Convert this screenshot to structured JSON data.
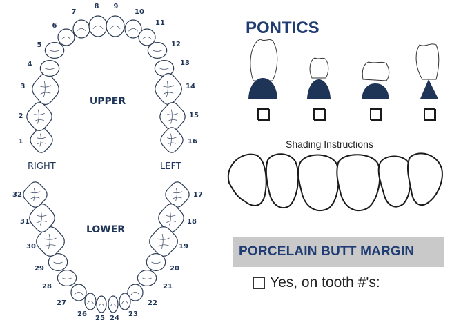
{
  "upper_arch": {
    "label": "UPPER",
    "teeth": [
      "1",
      "2",
      "3",
      "4",
      "5",
      "6",
      "7",
      "8",
      "9",
      "10",
      "11",
      "12",
      "13",
      "14",
      "15",
      "16"
    ]
  },
  "lower_arch": {
    "label": "LOWER",
    "teeth": [
      "17",
      "18",
      "19",
      "20",
      "21",
      "22",
      "23",
      "24",
      "25",
      "26",
      "27",
      "28",
      "29",
      "30",
      "31",
      "32"
    ]
  },
  "sides": {
    "right": "RIGHT",
    "left": "LEFT"
  },
  "pontics": {
    "title": "PONTICS",
    "options": [
      {
        "id": "ridge-lap"
      },
      {
        "id": "modified-ridge-lap"
      },
      {
        "id": "ovate"
      },
      {
        "id": "hygienic"
      }
    ]
  },
  "shading": {
    "title": "Shading Instructions"
  },
  "porcelain_butt_margin": {
    "title": "PORCELAIN BUTT MARGIN",
    "yes_label": "Yes, on tooth #'s:"
  },
  "colors": {
    "navy": "#1f3c73",
    "text_dark": "#1f3558",
    "bar_gray": "#c9c9c9"
  }
}
